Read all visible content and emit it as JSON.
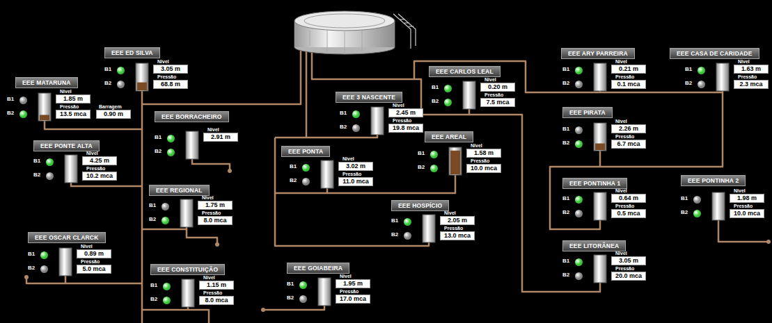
{
  "diagram": {
    "nodes": [
      {
        "text": [
          "EEE ED SILVA",
          "B1",
          "B2",
          "Nivel",
          "3.05 m",
          "Pressão",
          "68.8 m"
        ]
      },
      {
        "text": [
          "EEE ARY PARREIRA",
          "B1",
          "B2",
          "Nivel",
          "0.21 m",
          "Pressão",
          "0.1 mca"
        ]
      },
      {
        "text": [
          "EEE CASA DE CARIDADE",
          "B1",
          "B2",
          "Nivel",
          "1.63 m",
          "Pressão",
          "2.3 mca"
        ]
      },
      {
        "text": [
          "EEE CARLOS LEAL",
          "B1",
          "B2",
          "Nivel",
          "0.20 m",
          "Pressão",
          "7.5 mca"
        ]
      },
      {
        "text": [
          "EEE MATARUNA",
          "B1",
          "B2",
          "Nivel",
          "1.85 m",
          "Pressão",
          "13.5 mca",
          "Barragem",
          "0.90 m"
        ]
      },
      {
        "text": [
          "EEE 3 NASCENTE",
          "B1",
          "B2",
          "Nivel",
          "2.45 m",
          "Pressão",
          "19.8 mca"
        ]
      },
      {
        "text": [
          "EEE PIRATA",
          "B1",
          "B2",
          "Nivel",
          "2.26 m",
          "Pressão",
          "6.7 mca"
        ]
      },
      {
        "text": [
          "EEE BORRACHEIRO",
          "B1",
          "B2",
          "Nivel",
          "2.91 m"
        ]
      },
      {
        "text": [
          "EEE AREAL",
          "B1",
          "B2",
          "Nivel",
          "1.58 m",
          "Pressão",
          "10.0 mca"
        ]
      },
      {
        "text": [
          "EEE PONTE ALTA",
          "B1",
          "B2",
          "Nivel",
          "4.25 m",
          "Pressão",
          "10.2 mca"
        ]
      },
      {
        "text": [
          "EEE PONTA",
          "B1",
          "B2",
          "Nivel",
          "3.02 m",
          "Pressão",
          "11.0 mca"
        ]
      },
      {
        "text": [
          "EEE PONTINHA 2",
          "B1",
          "B2",
          "Nivel",
          "1.98 m",
          "Pressão",
          "10.0 mca"
        ]
      },
      {
        "text": [
          "EEE PONTINHA 1",
          "B1",
          "B2",
          "Nivel",
          "0.64 m",
          "Pressão",
          "0.5 mca"
        ]
      },
      {
        "text": [
          "EEE REGIONAL",
          "B1",
          "B2",
          "Nivel",
          "1.75 m",
          "Pressão",
          "8.0 mca"
        ]
      },
      {
        "text": [
          "EEE HOSPÍCIO",
          "B1",
          "B2",
          "Nivel",
          "2.05 m",
          "Pressão",
          "13.0 mca"
        ]
      },
      {
        "text": [
          "EEE OSCAR CLARCK",
          "B1",
          "B2",
          "Nivel",
          "0.89 m",
          "Pressão",
          "5.0 mca"
        ]
      },
      {
        "text": [
          "EEE LITORÂNEA",
          "B1",
          "B2",
          "Nivel",
          "3.05 m",
          "Pressão",
          "20.0 mca"
        ]
      },
      {
        "text": [
          "EEE GOIABEIRA",
          "B1",
          "B2",
          "Nivel",
          "1.95 m",
          "Pressão",
          "17.0 mca"
        ]
      },
      {
        "text": [
          "EEE CONSTITUIÇÃO",
          "B1",
          "B2",
          "Nivel",
          "1.15 m",
          "Pressão",
          "8.0 mca"
        ]
      }
    ]
  }
}
